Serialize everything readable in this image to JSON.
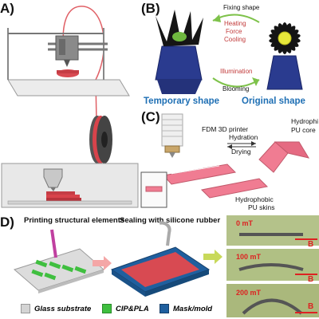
{
  "panels": {
    "a": {
      "label": "A)"
    },
    "b": {
      "label": "(B)",
      "fixing": "Fixing shape",
      "heating": "Heating",
      "force": "Force",
      "cooling": "Cooling",
      "illumination": "Illumination",
      "blooming": "Blooming",
      "temporary": "Temporary shape",
      "original": "Original shape"
    },
    "c": {
      "label": "(C)",
      "printer": "FDM 3D printer",
      "hydrophilic": "Hydrophi",
      "pu_core": "PU core",
      "hydration": "Hydration",
      "drying": "Drying",
      "hydrophobic": "Hydrophobic",
      "pu_skins": "PU skins"
    },
    "d": {
      "label": "D)",
      "step1": "Printing structural elements",
      "step2": "Sealing with silicone rubber",
      "field0": "0 mT",
      "field100": "100 mT",
      "field200": "200 mT",
      "b_symbol": "B",
      "legend": [
        {
          "label": "Glass substrate",
          "color": "#d4d4d4"
        },
        {
          "label": "CIP&PLA",
          "color": "#3fbf3f"
        },
        {
          "label": "Mask/mold",
          "color": "#1f5f9e"
        }
      ]
    }
  },
  "colors": {
    "accent_red": "#d8434b",
    "accent_blue": "#1e6fb4",
    "accent_green": "#7ec24a",
    "flower_yellow": "#e7e83a",
    "vase_blue": "#2a3b8f"
  }
}
